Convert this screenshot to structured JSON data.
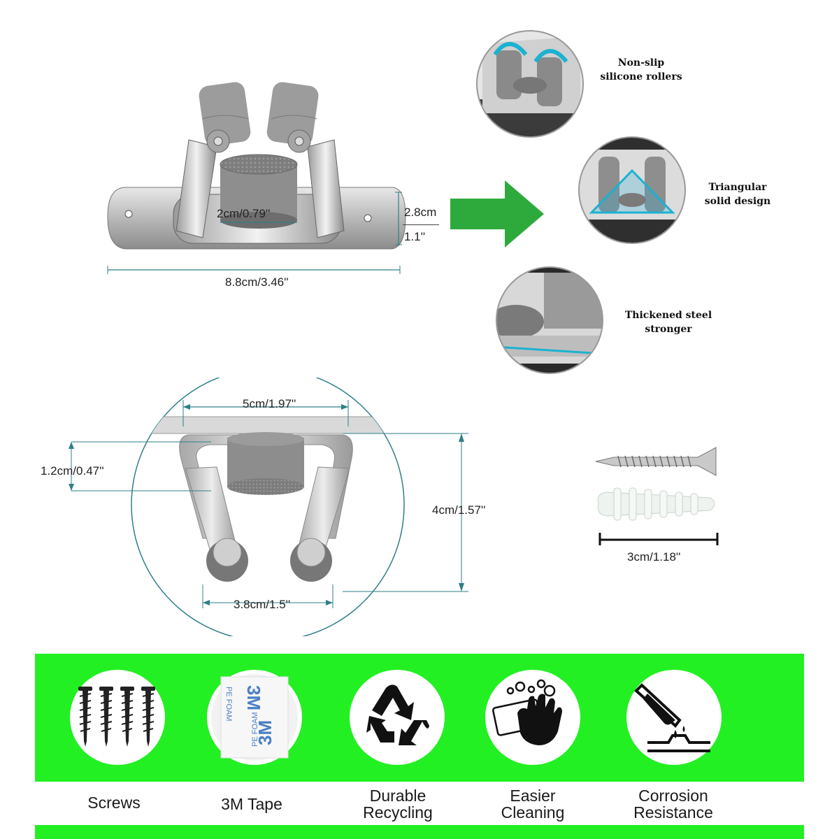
{
  "dimensions": {
    "top_knob_width": "2cm/0.79''",
    "top_height_cm": "2.8cm",
    "top_height_in": "1.1''",
    "top_length": "8.8cm/3.46''",
    "inner_width": "5cm/1.97''",
    "pad_depth": "1.2cm/0.47''",
    "clip_height": "4cm/1.57''",
    "arm_gap": "3.8cm/1.5''",
    "anchor_length": "3cm/1.18''"
  },
  "features": [
    {
      "line1": "Non-slip",
      "line2": "silicone rollers",
      "icon": "roller-closeup"
    },
    {
      "line1": "Triangular",
      "line2": "solid design",
      "icon": "triangle-closeup"
    },
    {
      "line1": "Thickened steel",
      "line2": "stronger",
      "icon": "steel-closeup"
    }
  ],
  "benefits": [
    {
      "line1": "Screws",
      "line2": "",
      "icon": "screws-icon"
    },
    {
      "line1": "3M Tape",
      "line2": "",
      "icon": "tape-icon",
      "tape_text_a": "3M",
      "tape_text_b": "PE FOAM"
    },
    {
      "line1": "Durable",
      "line2": "Recycling",
      "icon": "recycle-icon"
    },
    {
      "line1": "Easier",
      "line2": "Cleaning",
      "icon": "hand-wash-icon"
    },
    {
      "line1": "Corrosion",
      "line2": "Resistance",
      "icon": "corrosion-icon"
    }
  ],
  "colors": {
    "band_green": "#22f022",
    "arrow_green": "#2eaa3c",
    "dim_line": "#2e7f88"
  }
}
